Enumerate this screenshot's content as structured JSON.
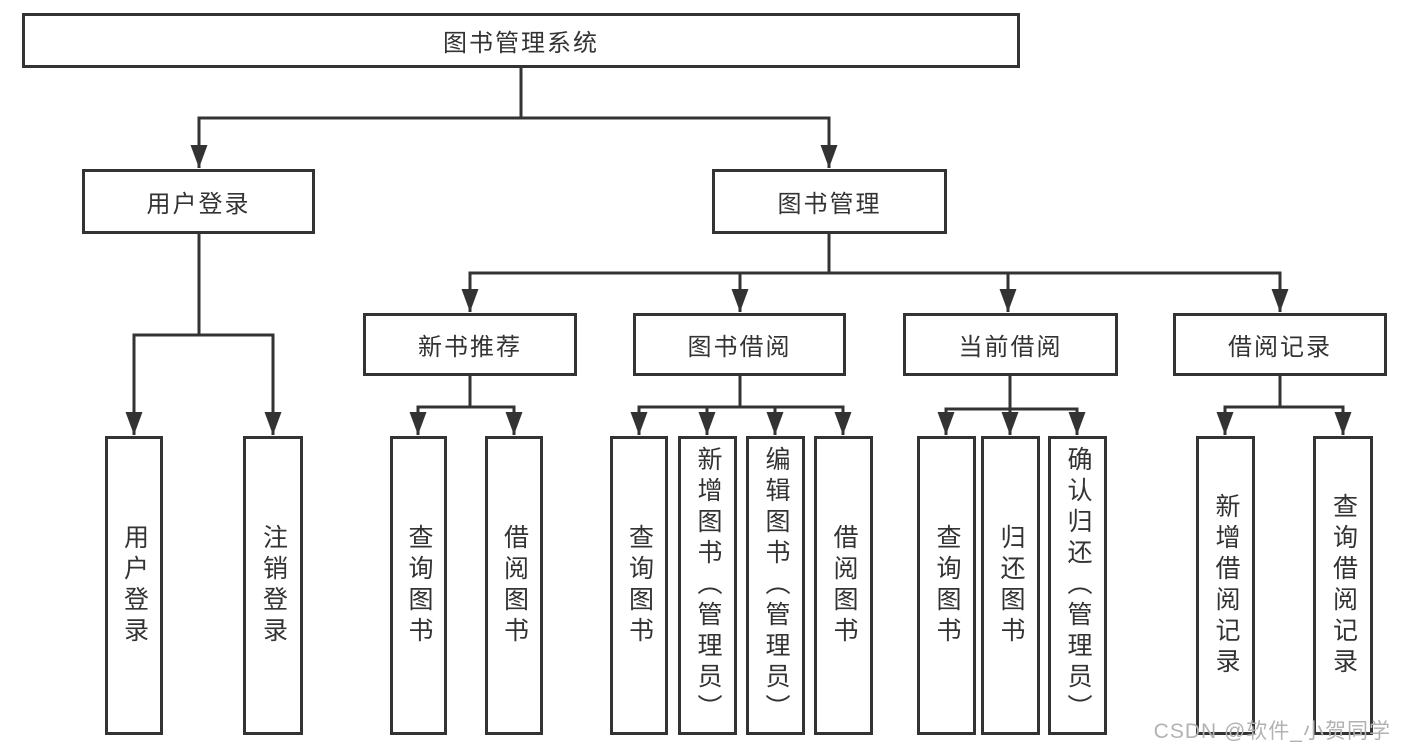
{
  "diagram": {
    "root": {
      "label": "图书管理系统"
    },
    "level2": [
      {
        "label": "用户登录"
      },
      {
        "label": "图书管理"
      }
    ],
    "level3": [
      {
        "label": "新书推荐"
      },
      {
        "label": "图书借阅"
      },
      {
        "label": "当前借阅"
      },
      {
        "label": "借阅记录"
      }
    ],
    "leaves": [
      {
        "label": "用户登录"
      },
      {
        "label": "注销登录"
      },
      {
        "label": "查询图书"
      },
      {
        "label": "借阅图书"
      },
      {
        "label": "查询图书"
      },
      {
        "label": "新增图书（管理员）"
      },
      {
        "label": "编辑图书（管理员）"
      },
      {
        "label": "借阅图书"
      },
      {
        "label": "查询图书"
      },
      {
        "label": "归还图书"
      },
      {
        "label": "确认归还（管理员）"
      },
      {
        "label": "新增借阅记录"
      },
      {
        "label": "查询借阅记录"
      }
    ]
  },
  "watermark": {
    "text": "CSDN @软件_小贺同学"
  },
  "colors": {
    "line": "#333333",
    "text": "#333333",
    "watermark": "#b2b2b2",
    "background": "#ffffff"
  }
}
